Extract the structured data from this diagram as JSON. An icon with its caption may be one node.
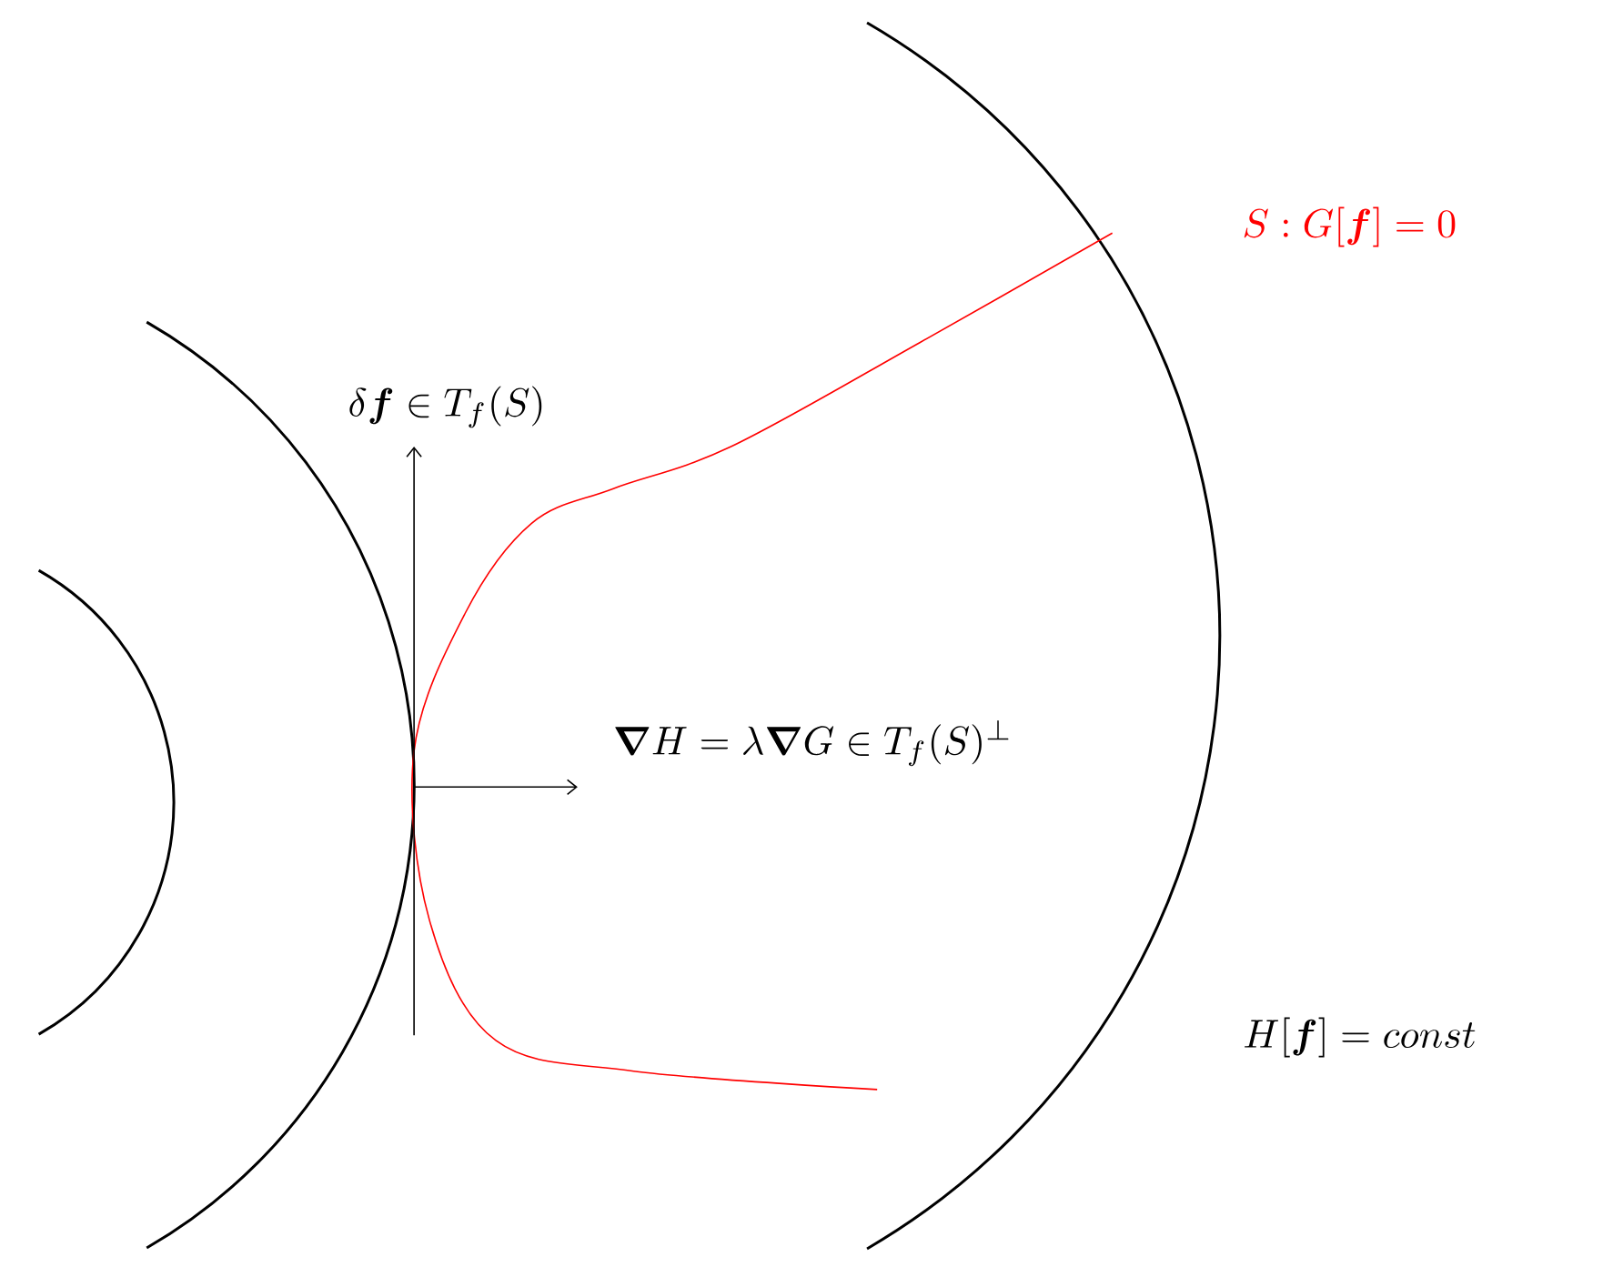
{
  "diagram": {
    "labels": [
      "S : G[\\boldsymbol{f}] = 0",
      "\\delta \\boldsymbol{f} \\in T_{f}(S)",
      "\\boldsymbol{\\nabla} H = \\lambda \\boldsymbol{\\nabla} G \\in T_{f}(S)^{\\perp}",
      "H[\\boldsymbol{f}] = const"
    ]
  }
}
